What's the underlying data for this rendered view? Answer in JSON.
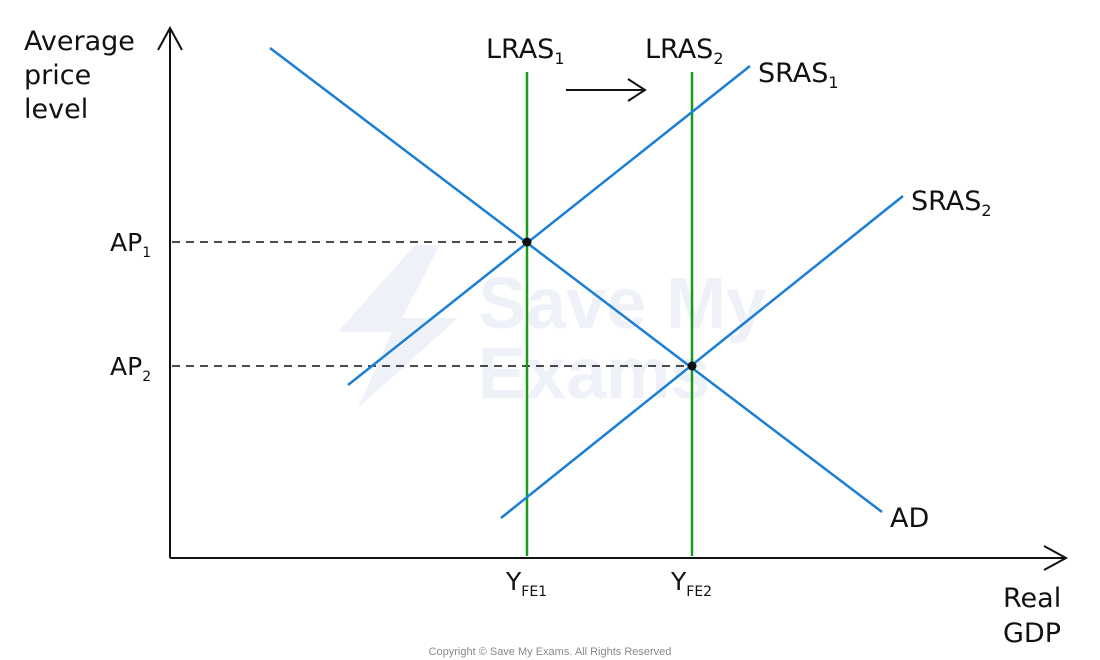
{
  "axes": {
    "y_label_lines": [
      "Average",
      "price",
      "level"
    ],
    "x_label_lines": [
      "Real",
      "GDP"
    ]
  },
  "curves": {
    "ad": {
      "label": "AD",
      "color": "#1a7fd4"
    },
    "sras1": {
      "label": "SRAS",
      "sub": "1",
      "color": "#1a7fd4"
    },
    "sras2": {
      "label": "SRAS",
      "sub": "2",
      "color": "#1a7fd4"
    },
    "lras1": {
      "label": "LRAS",
      "sub": "1",
      "color": "#1a9a1a"
    },
    "lras2": {
      "label": "LRAS",
      "sub": "2",
      "color": "#1a9a1a"
    }
  },
  "price_levels": [
    {
      "label": "AP",
      "sub": "1"
    },
    {
      "label": "AP",
      "sub": "2"
    }
  ],
  "output_levels": [
    {
      "label": "Y",
      "sub": "FE1"
    },
    {
      "label": "Y",
      "sub": "FE2"
    }
  ],
  "shift_arrow": {
    "direction": "right"
  },
  "watermark": {
    "line1": "Save My",
    "line2": "Exams"
  },
  "copyright": "Copyright © Save My Exams. All Rights Reserved"
}
